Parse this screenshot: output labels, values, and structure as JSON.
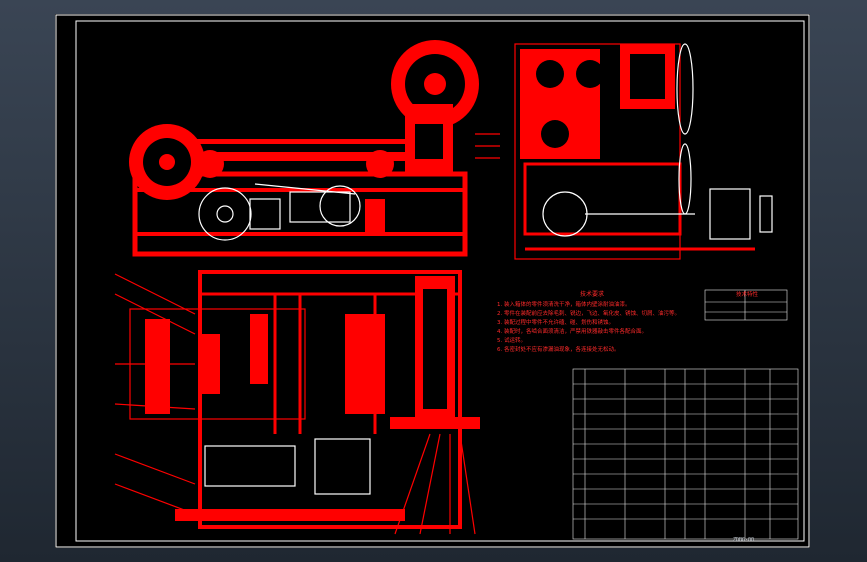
{
  "drawing": {
    "tech_notes": {
      "title": "技术要求",
      "lines": [
        "1. 装入箱体的零件须清洗干净，箱体内壁涂耐油油漆。",
        "2. 零件在装配前应去除毛刺、锐边，飞边、氧化皮、锈蚀、切屑、油污等。",
        "3. 装配过程中零件不允许磕、碰、划伤和锈蚀。",
        "4. 装配时，各啮合面须清洁，严禁用铁器敲击零件各配合面。",
        "5. 试运转。",
        "6. 各密封处不应有渗漏油现象，各连接处无松动。"
      ]
    },
    "performance_table": {
      "title": "技术特性"
    },
    "drawing_number": "ZDBG-00"
  },
  "colors": {
    "line": "#ff0000",
    "frame": "#ffffff",
    "table": "#e8e8e8",
    "background": "#000000"
  }
}
